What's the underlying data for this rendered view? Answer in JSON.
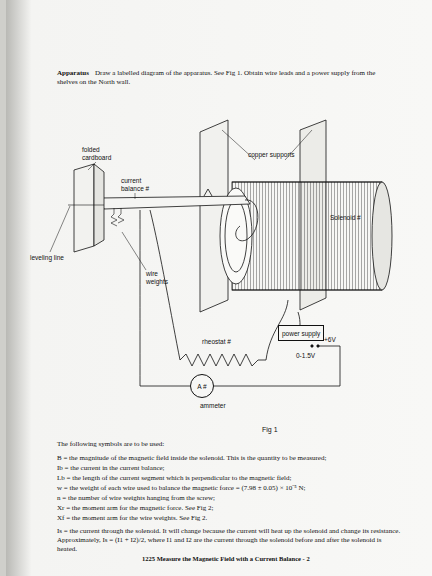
{
  "diagram": {
    "title": "Apparatus",
    "caption": "Fig 1",
    "nodes": [
      {
        "text": [
          "power supply"
        ]
      },
      {
        "text": [
          "A #"
        ]
      }
    ],
    "labels": [
      "Draw a labelled diagram of the apparatus. See Fig 1. Obtain wire leads and a power supply from the shelves on the North wall.",
      "folded cardboard",
      "copper supports",
      "current balance #",
      "Solenoid #",
      "wire weights",
      "leveling line",
      "rheostat #",
      "+6V",
      "0-1.5V",
      "ammeter",
      "The following symbols are to be used:",
      "B = the magnitude of the magnetic field inside the solenoid. This is the quantity to be measured;",
      "Ib = the current in the current balance;",
      "Lb = the length of the current segment which is perpendicular to the magnetic field;",
      "w = the weight of each wire used to balance the magnetic force = (7.98 ± 0.05) × 10⁻⁵ N;",
      "n = the number of wire weights hanging from the screw;",
      "Xr = the moment arm for the magnetic force. See Fig 2;",
      "Xf = the moment arm for the wire weights. See Fig 2.",
      "Is = the current through the solenoid. It will change because the current will heat up the solenoid and change its resistance. Approximately, Is = (I1 + I2)/2, where I1 and I2 are the current through the solenoid before and after the solenoid is heated.",
      "1225 Measure the Magnetic Field with a Current Balance - 2"
    ]
  }
}
